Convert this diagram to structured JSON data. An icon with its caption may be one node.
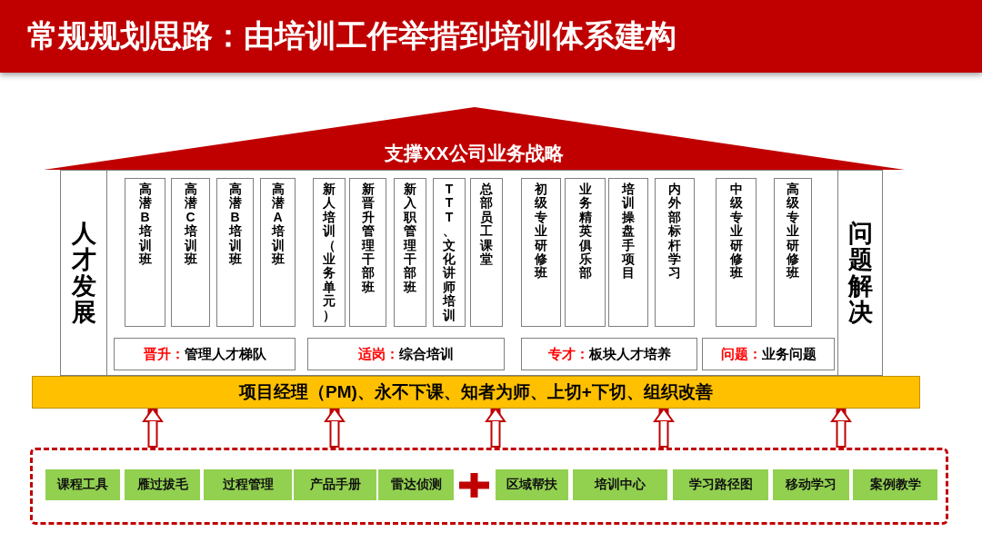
{
  "diagram": {
    "title": "常规规划思路：由培训工作举措到培训体系建构",
    "nodes": [
      {
        "text": [
          "支撑XX公司业务战略"
        ]
      },
      {
        "text": [
          "人才发展"
        ]
      },
      {
        "text": [],
        "shape": "box"
      },
      {
        "text": [
          "高潜B培训班"
        ],
        "in": 2
      },
      {
        "text": [
          "高潜C培训班"
        ],
        "in": 2
      },
      {
        "text": [
          "高潜B培训班"
        ],
        "in": 2
      },
      {
        "text": [
          "高潜A培训班"
        ],
        "in": 2
      },
      {
        "text": [
          "新人培训（业务单元）"
        ],
        "in": 2
      },
      {
        "text": [
          "新晋升管理干部班"
        ],
        "in": 2
      },
      {
        "text": [
          "新入职管理干部班"
        ],
        "in": 2
      },
      {
        "text": [
          "TTT、文化讲师培训"
        ],
        "in": 2
      },
      {
        "text": [
          "总部员工课堂"
        ],
        "in": 2
      },
      {
        "text": [
          "初级专业研修班"
        ],
        "in": 2
      },
      {
        "text": [
          "业务精英俱乐部"
        ],
        "in": 2
      },
      {
        "text": [
          "培训操盘手项目"
        ],
        "in": 2
      },
      {
        "text": [
          "内外部标杆学习"
        ],
        "in": 2
      },
      {
        "text": [
          "中级专业研修班"
        ],
        "in": 2
      },
      {
        "text": [
          "高级专业研修班"
        ],
        "in": 2
      },
      {
        "text": [
          "晋升：",
          "管理人才梯队"
        ],
        "in": 2
      },
      {
        "text": [
          "适岗：",
          "综合培训"
        ],
        "in": 2
      },
      {
        "text": [
          "专才：",
          "板块人才培养"
        ],
        "in": 2
      },
      {
        "text": [
          "问题：",
          "业务问题"
        ],
        "in": 2
      },
      {
        "text": [
          "问题解决"
        ]
      },
      {
        "text": [
          "项目经理（PM)、永不下课、知者为师、上切+下切、组织改善"
        ]
      },
      {
        "text": [],
        "shape": "box"
      },
      {
        "text": [
          "课程工具"
        ],
        "in": 24
      },
      {
        "text": [
          "雁过拔毛"
        ],
        "in": 24
      },
      {
        "text": [
          "过程管理"
        ],
        "in": 24
      },
      {
        "text": [
          "产品手册"
        ],
        "in": 24
      },
      {
        "text": [
          "雷达侦测"
        ],
        "in": 24
      },
      {
        "text": [
          "区域帮扶"
        ],
        "in": 24
      },
      {
        "text": [
          "培训中心"
        ],
        "in": 24
      },
      {
        "text": [
          "学习路径图"
        ],
        "in": 24
      },
      {
        "text": [
          "移动学习"
        ],
        "in": 24
      },
      {
        "text": [
          "案例教学"
        ],
        "in": 24
      }
    ],
    "edges": [
      {
        "from": 24,
        "to": 23,
        "arrow": "to"
      },
      {
        "from": 24,
        "to": 23,
        "arrow": "to"
      },
      {
        "from": 24,
        "to": 23,
        "arrow": "to"
      },
      {
        "from": 24,
        "to": 23,
        "arrow": "to"
      },
      {
        "from": 24,
        "to": 23,
        "arrow": "to"
      }
    ]
  }
}
